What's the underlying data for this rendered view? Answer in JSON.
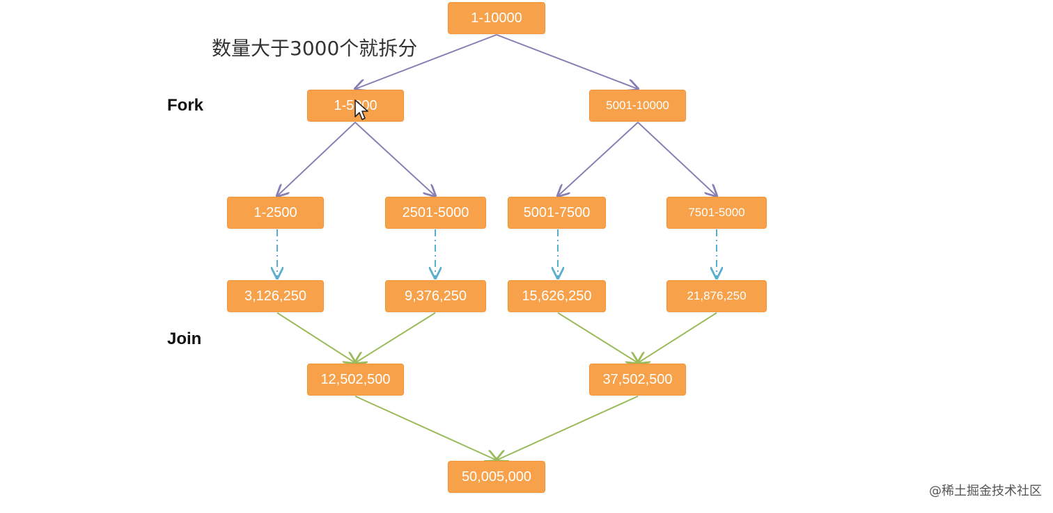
{
  "caption": "数量大于3000个就拆分",
  "labels": {
    "fork": "Fork",
    "join": "Join"
  },
  "nodes": {
    "root": "1-10000",
    "fork_left": "1-5000",
    "fork_right": "5001-10000",
    "leaf1": "1-2500",
    "leaf2": "2501-5000",
    "leaf3": "5001-7500",
    "leaf4": "7501-5000",
    "result1": "3,126,250",
    "result2": "9,376,250",
    "result3": "15,626,250",
    "result4": "21,876,250",
    "join_left": "12,502,500",
    "join_right": "37,502,500",
    "final": "50,005,000"
  },
  "colors": {
    "node_fill": "#f7a14a",
    "fork_arrow": "#8a7fb5",
    "compute_arrow": "#5aaed0",
    "join_arrow": "#9bbb5a"
  },
  "watermark": "@稀土掘金技术社区"
}
